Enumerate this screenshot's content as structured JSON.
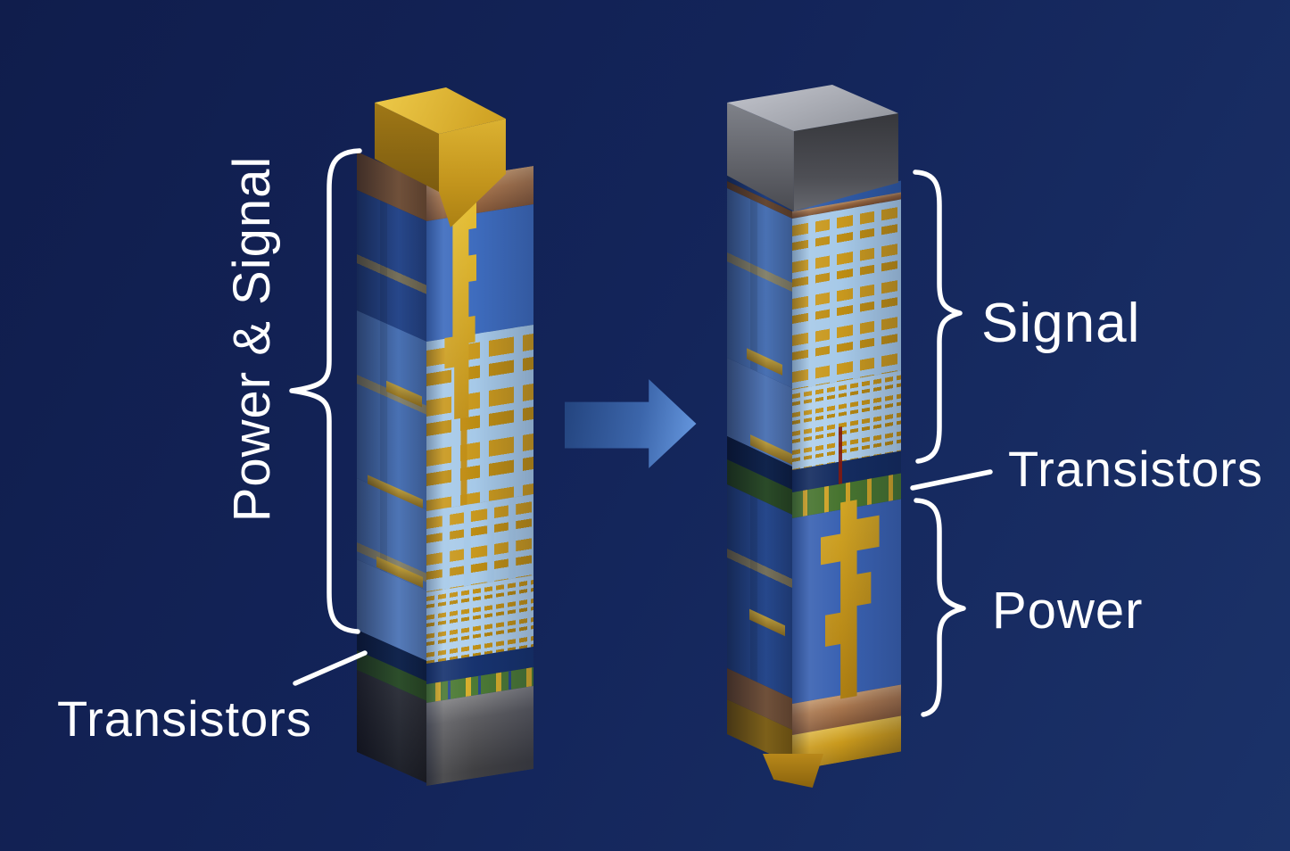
{
  "labels": {
    "left_section": "Power & Signal",
    "left_pointer": "Transistors",
    "right_top_section": "Signal",
    "right_pointer": "Transistors",
    "right_bottom_section": "Power"
  },
  "annotation_color": "#ffffff",
  "background": {
    "top_left": "#101d4c",
    "center": "#132459",
    "bottom_right": "#1b3269"
  },
  "arrow": {
    "direction": "right",
    "color_start": "#22427c",
    "color_end": "#6da0e8"
  },
  "chips": [
    {
      "name": "front-side-power-and-signal-chip",
      "cap": "gold-power-bump-top",
      "layers": [
        {
          "name": "top-copper",
          "h": 6.4,
          "front": "#a8764e",
          "side": "#7b5433",
          "pattern": "copper",
          "side_pattern": "none"
        },
        {
          "name": "global-routing",
          "h": 20,
          "front": "#3e6cbe",
          "side": "#28498e",
          "pattern": "spine",
          "side_pattern": "sparse"
        },
        {
          "name": "coarse-interconnect",
          "h": 28,
          "front": "#a6c9e8",
          "side": "#4f79bd",
          "pattern": "coarse",
          "side_pattern": "sparse"
        },
        {
          "name": "mid-interconnect",
          "h": 13.5,
          "front": "#a9cbe9",
          "side": "#547dbf",
          "pattern": "mid",
          "side_pattern": "sparse"
        },
        {
          "name": "fine-interconnect",
          "h": 11.8,
          "front": "#b0d0ec",
          "side": "#5c84c4",
          "pattern": "fine",
          "side_pattern": "none"
        },
        {
          "name": "contact-layer",
          "h": 3.4,
          "front": "#17336f",
          "side": "#102349",
          "pattern": "none",
          "side_pattern": "none"
        },
        {
          "name": "transistor-layer",
          "h": 3.2,
          "front": "#4c7a35",
          "side": "#2f5122",
          "pattern": "dots",
          "side_pattern": "none"
        },
        {
          "name": "silicon-substrate",
          "h": 13.7,
          "front": "#5d5d61",
          "side": "#3a3a3e",
          "pattern": "substrate",
          "side_pattern": "substrate-side"
        }
      ]
    },
    {
      "name": "backside-power-delivery-chip",
      "cap": "silicon-substrate-top",
      "layers": [
        {
          "name": "bonding-layer",
          "h": 2,
          "front": "#2f5aa6",
          "side": "#1f3e7e",
          "pattern": "none",
          "side_pattern": "none"
        },
        {
          "name": "copper-seam",
          "h": 1.3,
          "front": "#96663f",
          "side": "#6f4a2b",
          "pattern": "copper",
          "side_pattern": "none"
        },
        {
          "name": "signal-coarse",
          "h": 30,
          "front": "#a6c9e8",
          "side": "#4f79bd",
          "pattern": "mid",
          "side_pattern": "sparse"
        },
        {
          "name": "signal-fine",
          "h": 14,
          "front": "#aecfeb",
          "side": "#587fc0",
          "pattern": "fine",
          "side_pattern": "none"
        },
        {
          "name": "contact-layer",
          "h": 4,
          "front": "#142c60",
          "side": "#0e2147",
          "pattern": "none",
          "side_pattern": "none"
        },
        {
          "name": "transistor-layer",
          "h": 4.5,
          "front": "#47742f",
          "side": "#2c4d1f",
          "pattern": "pins",
          "side_pattern": "none"
        },
        {
          "name": "power-delivery",
          "h": 32.5,
          "front": "#3a62b2",
          "side": "#274a90",
          "pattern": "power",
          "side_pattern": "sparse"
        },
        {
          "name": "backside-copper",
          "h": 5.5,
          "front": "#a8764e",
          "side": "#7b5433",
          "pattern": "copper",
          "side_pattern": "none"
        },
        {
          "name": "power-bump",
          "h": 6.2,
          "front": "#c9991c",
          "side": "#8a660e",
          "pattern": "gold",
          "side_pattern": "none"
        }
      ]
    }
  ]
}
